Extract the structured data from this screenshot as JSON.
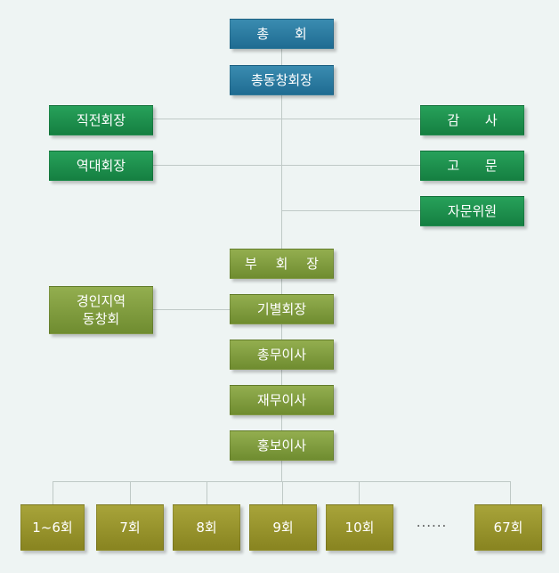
{
  "org": {
    "president": "총 회",
    "alumni_president": "총동창회장",
    "former_chair": "직전회장",
    "past_chairs": "역대회장",
    "auditor": "감 사",
    "advisor": "고 문",
    "advisory_committee": "자문위원",
    "vice_president": "부 회 장",
    "class_chairs": "기별회장",
    "regional_alumni": "경인지역\n동창회",
    "general_affairs": "총무이사",
    "finance": "재무이사",
    "pr": "홍보이사",
    "classes": [
      "1~6회",
      "7회",
      "8회",
      "9회",
      "10회",
      "67회"
    ],
    "ellipsis": "......"
  },
  "colors": {
    "background": "#eef4f3",
    "top_box": "#2a7ca3",
    "side_box": "#1c8d4c",
    "officer_box": "#80a03f",
    "class_box": "#989430",
    "connector": "#bfc9c6"
  }
}
